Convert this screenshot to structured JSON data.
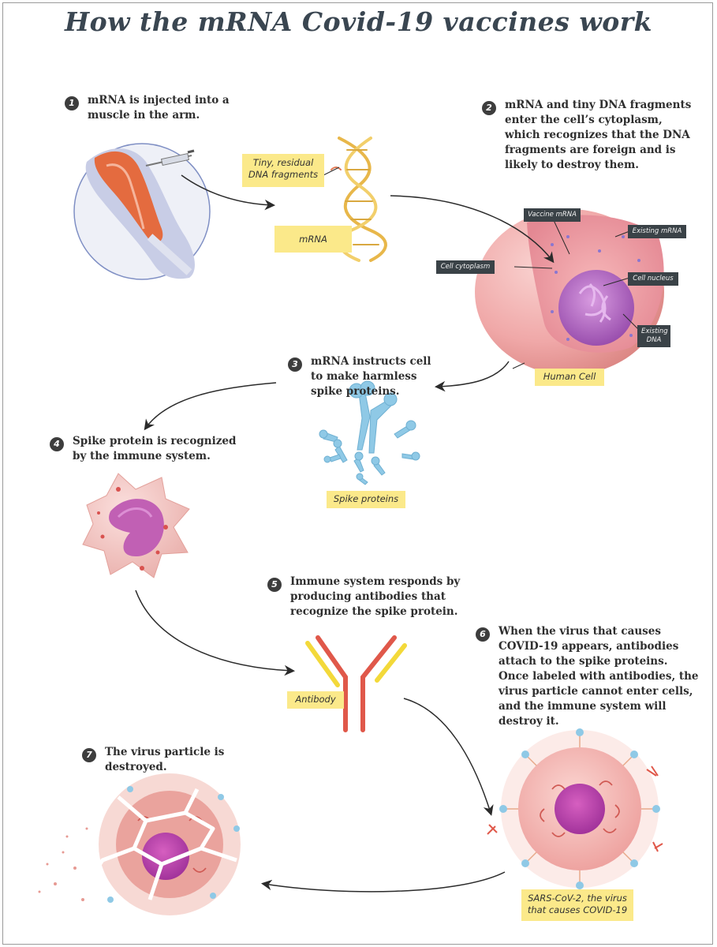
{
  "title": "How the mRNA Covid-19 vaccines work",
  "steps": [
    {
      "number": "1",
      "text": "mRNA is injected into a muscle in the arm."
    },
    {
      "number": "2",
      "text": "mRNA and tiny DNA fragments enter the cell’s cytoplasm, which recognizes that the DNA fragments are foreign and is likely to destroy them."
    },
    {
      "number": "3",
      "text": "mRNA instructs cell to make harmless spike proteins."
    },
    {
      "number": "4",
      "text": "Spike protein is recognized by the immune system."
    },
    {
      "number": "5",
      "text": "Immune system responds by producing antibodies that recognize the spike protein."
    },
    {
      "number": "6",
      "text": "When the virus that causes COVID-19 appears, antibodies attach to the spike proteins. Once labeled with antibodies, the virus particle cannot enter cells, and the immune system will destroy it."
    },
    {
      "number": "7",
      "text": "The virus particle is destroyed."
    }
  ],
  "labels": {
    "dna_fragments": "Tiny, residual DNA fragments",
    "mrna": "mRNA",
    "human_cell": "Human Cell",
    "spike_proteins": "Spike proteins",
    "antibody": "Antibody",
    "sars": "SARS-CoV-2, the virus that causes COVID-19"
  },
  "cell_labels": {
    "vaccine_mrna": "Vaccine mRNA",
    "existing_mrna": "Existing mRNA",
    "cell_cytoplasm": "Cell cytoplasm",
    "cell_nucleus": "Cell nucleus",
    "existing_dna": "Existing DNA"
  },
  "colors": {
    "title": "#3a4651",
    "label_fill": "#fbe98a",
    "dark_label": "#3a4247",
    "cell_pink": "#f0a8a8",
    "nucleus_purple": "#b05fc0",
    "spike_blue": "#8fc9e6",
    "antibody_red": "#e0584a",
    "antibody_yellow": "#f3d93a"
  }
}
